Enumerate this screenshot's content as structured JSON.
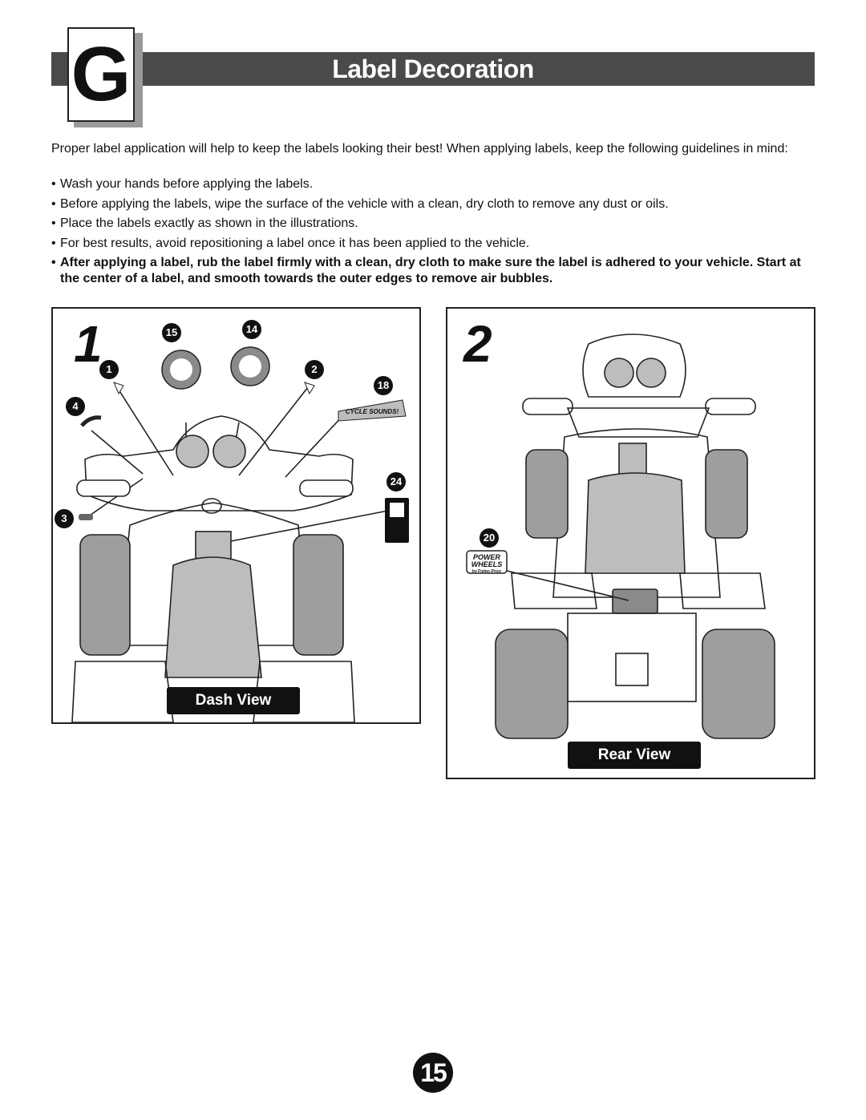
{
  "section": {
    "letter": "G",
    "title": "Label Decoration"
  },
  "intro": "Proper label application will help to keep the labels looking their best! When applying labels, keep the following guidelines in mind:",
  "bullets": [
    "Wash your hands before applying the labels.",
    "Before applying the labels, wipe the surface of the vehicle with a clean, dry cloth to remove any dust or oils.",
    "Place the labels exactly as shown in the illustrations.",
    "For best results, avoid repositioning a label once it has been applied to the vehicle.",
    "After applying a label, rub the label firmly with a clean, dry cloth to make sure the label is adhered to your vehicle. Start at the center of a label, and smooth towards the outer edges to remove air bubbles."
  ],
  "figures": {
    "dash": {
      "step": "1",
      "view_label": "Dash View",
      "callouts": [
        "15",
        "14",
        "1",
        "2",
        "18",
        "4",
        "24",
        "3"
      ],
      "label_art": {
        "cycle_sounds": "CYCLE SOUNDS!"
      }
    },
    "rear": {
      "step": "2",
      "view_label": "Rear View",
      "callouts": [
        "20"
      ],
      "label_art": {
        "logo_line1": "POWER",
        "logo_line2": "WHEELS",
        "logo_line3": "by Fisher-Price"
      }
    }
  },
  "page_number": "15",
  "colors": {
    "title_bar": "#4a4a4a",
    "letter_shadow": "#9a9a9a",
    "ink": "#111111",
    "label_gray": "#bdbdbd"
  }
}
